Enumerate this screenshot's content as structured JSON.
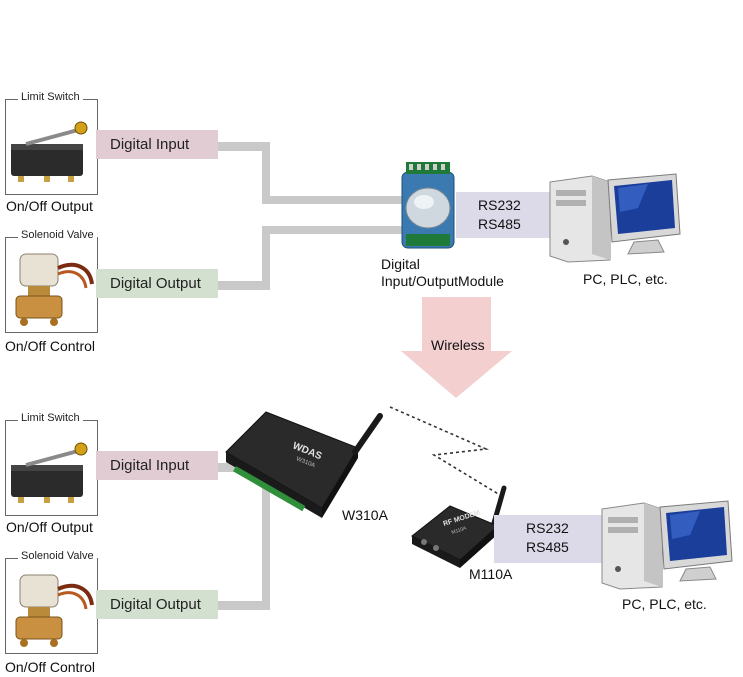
{
  "top": {
    "limit_switch_title": "Limit Switch",
    "limit_switch_caption": "On/Off Output",
    "solenoid_title": "Solenoid Valve",
    "solenoid_caption": "On/Off Control",
    "digital_input": "Digital Input",
    "digital_output": "Digital Output",
    "module_line1": "Digital",
    "module_line2": "Input/OutputModule",
    "rs232": "RS232",
    "rs485": "RS485",
    "pc_caption": "PC, PLC, etc."
  },
  "arrow_label": "Wireless",
  "bottom": {
    "limit_switch_title": "Limit Switch",
    "limit_switch_caption": "On/Off Output",
    "solenoid_title": "Solenoid Valve",
    "solenoid_caption": "On/Off Control",
    "digital_input": "Digital Input",
    "digital_output": "Digital Output",
    "w310a_label": "W310A",
    "m110a_label": "M110A",
    "rs232": "RS232",
    "rs485": "RS485",
    "pc_caption": "PC, PLC, etc."
  },
  "device_text": {
    "wdas": "WDAS",
    "wdas_model": "W310A",
    "modem": "RF MODEM",
    "modem_model": "M110A"
  },
  "colors": {
    "input_band": "#e2ccd4",
    "output_band": "#d3e0d0",
    "serial_band": "#dcd9e8",
    "wire": "#c9c9c9",
    "arrow": "#f3cfcf"
  }
}
